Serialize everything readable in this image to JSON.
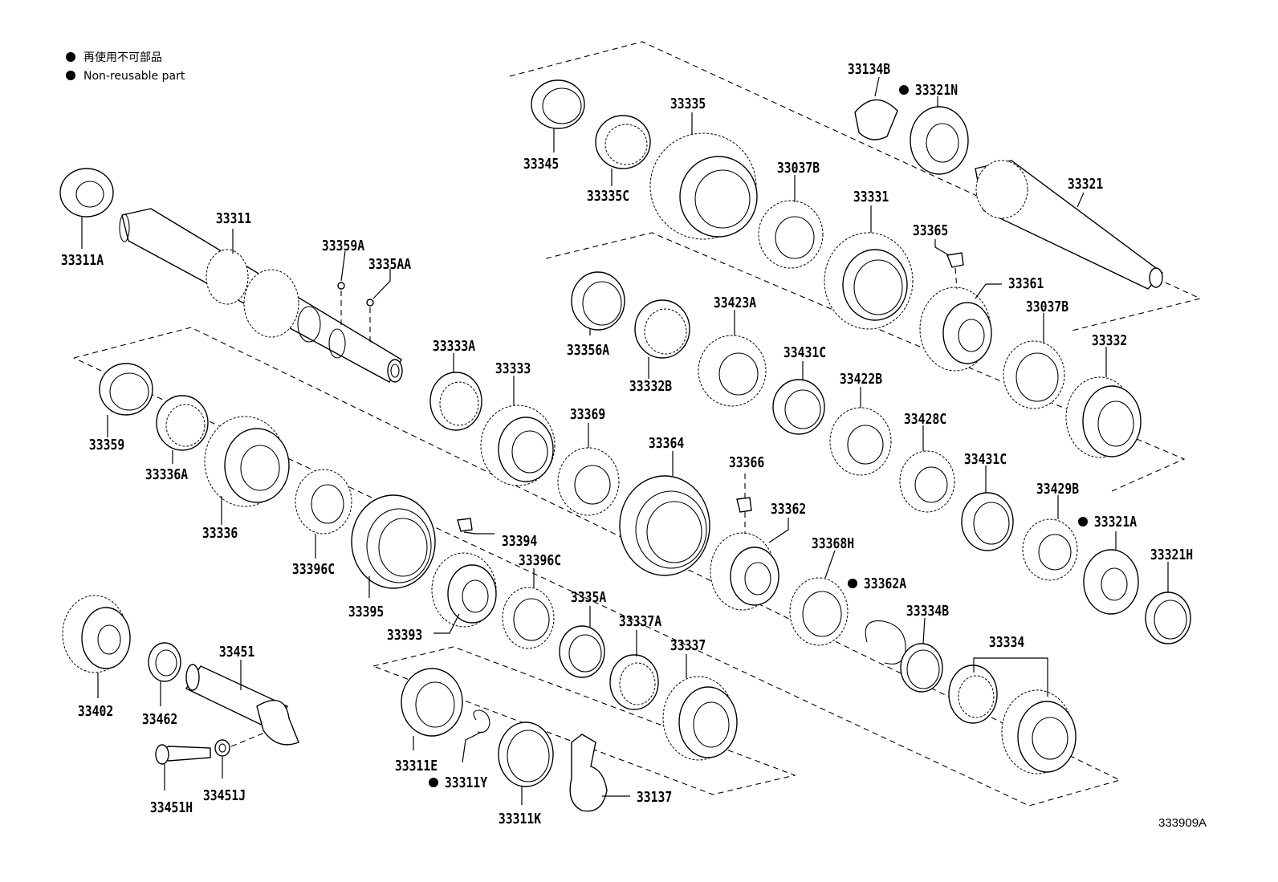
{
  "legend": {
    "line1": "再使用不可部品",
    "line2": "Non-reusable part"
  },
  "ref_code": "333909A",
  "labels": {
    "p33311A": "33311A",
    "p33311": "33311",
    "p33359A": "33359A",
    "p3335AA": "3335AA",
    "p33345": "33345",
    "p33335C": "33335C",
    "p33335": "33335",
    "p33037B_top": "33037B",
    "p33134B": "33134B",
    "p33321N": "33321N",
    "p33321": "33321",
    "p33331": "33331",
    "p33365": "33365",
    "p33361": "33361",
    "p33037B_mid": "33037B",
    "p33332": "33332",
    "p33356A": "33356A",
    "p33332B": "33332B",
    "p33423A": "33423A",
    "p33431C_1": "33431C",
    "p33422B": "33422B",
    "p33428C": "33428C",
    "p33431C_2": "33431C",
    "p33429B": "33429B",
    "p33321A": "33321A",
    "p33321H": "33321H",
    "p33333A": "33333A",
    "p33333": "33333",
    "p33369": "33369",
    "p33364": "33364",
    "p33366": "33366",
    "p33362": "33362",
    "p33368H": "33368H",
    "p33362A": "33362A",
    "p33334B": "33334B",
    "p33334": "33334",
    "p33359": "33359",
    "p33336A": "33336A",
    "p33336": "33336",
    "p33396C_1": "33396C",
    "p33395": "33395",
    "p33394": "33394",
    "p33393": "33393",
    "p33396C_2": "33396C",
    "p3335A": "3335A",
    "p33337A": "33337A",
    "p33337": "33337",
    "p33402": "33402",
    "p33462": "33462",
    "p33451": "33451",
    "p33451H": "33451H",
    "p33451J": "33451J",
    "p33311E": "33311E",
    "p33311Y": "33311Y",
    "p33311K": "33311K",
    "p33137": "33137"
  }
}
